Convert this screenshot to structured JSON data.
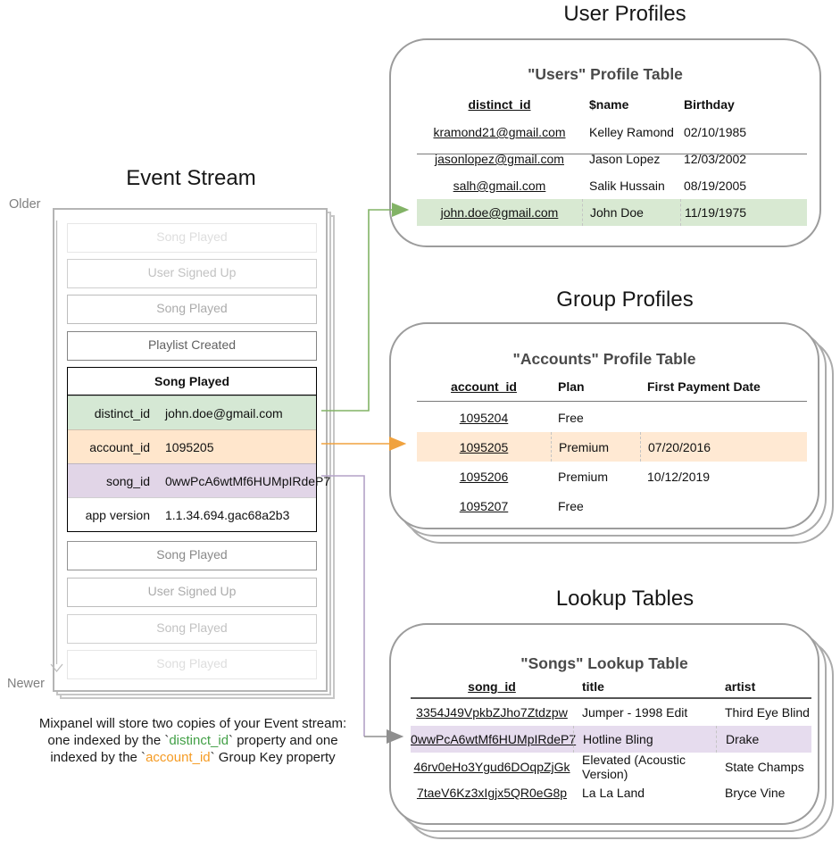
{
  "event_stream": {
    "title": "Event Stream",
    "older_label": "Older",
    "newer_label": "Newer",
    "events_before": [
      "Song Played",
      "User Signed Up",
      "Song Played",
      "Playlist Created"
    ],
    "expanded_event": {
      "title": "Song Played",
      "properties": [
        {
          "key": "distinct_id",
          "value": "john.doe@gmail.com",
          "highlight": "green"
        },
        {
          "key": "account_id",
          "value": "1095205",
          "highlight": "orange"
        },
        {
          "key": "song_id",
          "value": "0wwPcA6wtMf6HUMpIRdeP7",
          "highlight": "purple"
        },
        {
          "key": "app version",
          "value": "1.1.34.694.gac68a2b3",
          "highlight": "none"
        }
      ]
    },
    "events_after": [
      "Song Played",
      "User Signed Up",
      "Song Played",
      "Song Played"
    ]
  },
  "user_profiles": {
    "section_title": "User Profiles",
    "table_title": "\"Users\" Profile Table",
    "columns": [
      "distinct_id",
      "$name",
      "Birthday"
    ],
    "rows": [
      [
        "kramond21@gmail.com",
        "Kelley Ramond",
        "02/10/1985"
      ],
      [
        "jasonlopez@gmail.com",
        "Jason Lopez",
        "12/03/2002"
      ],
      [
        "salh@gmail.com",
        "Salik Hussain",
        "08/19/2005"
      ],
      [
        "john.doe@gmail.com",
        "John Doe",
        "11/19/1975"
      ]
    ],
    "highlighted_row_index": 3
  },
  "group_profiles": {
    "section_title": "Group Profiles",
    "table_title": "\"Accounts\" Profile Table",
    "columns": [
      "account_id",
      "Plan",
      "First Payment Date"
    ],
    "rows": [
      [
        "1095204",
        "Free",
        ""
      ],
      [
        "1095205",
        "Premium",
        "07/20/2016"
      ],
      [
        "1095206",
        "Premium",
        "10/12/2019"
      ],
      [
        "1095207",
        "Free",
        ""
      ]
    ],
    "highlighted_row_index": 1
  },
  "lookup_tables": {
    "section_title": "Lookup Tables",
    "table_title": "\"Songs\" Lookup Table",
    "columns": [
      "song_id",
      "title",
      "artist"
    ],
    "rows": [
      [
        "3354J49VpkbZJho7Ztdzpw",
        "Jumper - 1998 Edit",
        "Third Eye Blind"
      ],
      [
        "0wwPcA6wtMf6HUMpIRdeP7",
        "Hotline Bling",
        "Drake"
      ],
      [
        "46rv0eHo3Ygud6DOqpZjGk",
        "Elevated (Acoustic Version)",
        "State Champs"
      ],
      [
        "7taeV6Kz3xIgjx5QR0eG8p",
        "La La Land",
        "Bryce Vine"
      ]
    ],
    "highlighted_row_index": 1
  },
  "caption": {
    "line1": "Mixpanel will store two copies of your Event stream:",
    "line2_prefix": "one indexed by the `",
    "line2_code": "distinct_id",
    "line2_suffix": "` property and one",
    "line3_prefix": "indexed by the `",
    "line3_code": "account_id",
    "line3_suffix": "` Group Key property"
  },
  "colors": {
    "event_green_highlight": "#d5e8d4",
    "event_orange_highlight": "#ffe6cc",
    "event_purple_highlight": "#e1d5e7",
    "table_green_row": "#d8e9d2",
    "table_orange_row": "#ffe9d3",
    "table_purple_row": "#e6dcee",
    "green_arrow": "#82b366",
    "orange_arrow": "#f0a23e",
    "purple_arrow": "#b3a2c7",
    "gray_arrow": "#8f8f8f",
    "caption_green": "#43a047",
    "caption_orange": "#f59b23"
  }
}
